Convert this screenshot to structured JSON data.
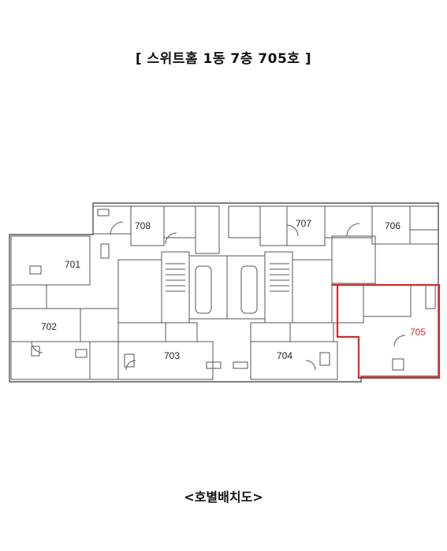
{
  "header": {
    "title": "[ 스위트홈 1동 7층 705호 ]"
  },
  "caption": "<호별배치도>",
  "units": [
    {
      "id": "701",
      "label": "701",
      "highlight": false
    },
    {
      "id": "702",
      "label": "702",
      "highlight": false
    },
    {
      "id": "703",
      "label": "703",
      "highlight": false
    },
    {
      "id": "704",
      "label": "704",
      "highlight": false
    },
    {
      "id": "705",
      "label": "705",
      "highlight": true
    },
    {
      "id": "706",
      "label": "706",
      "highlight": false
    },
    {
      "id": "707",
      "label": "707",
      "highlight": false
    },
    {
      "id": "708",
      "label": "708",
      "highlight": false
    }
  ],
  "colors": {
    "highlight": "#d22a2a",
    "line": "#444444"
  }
}
